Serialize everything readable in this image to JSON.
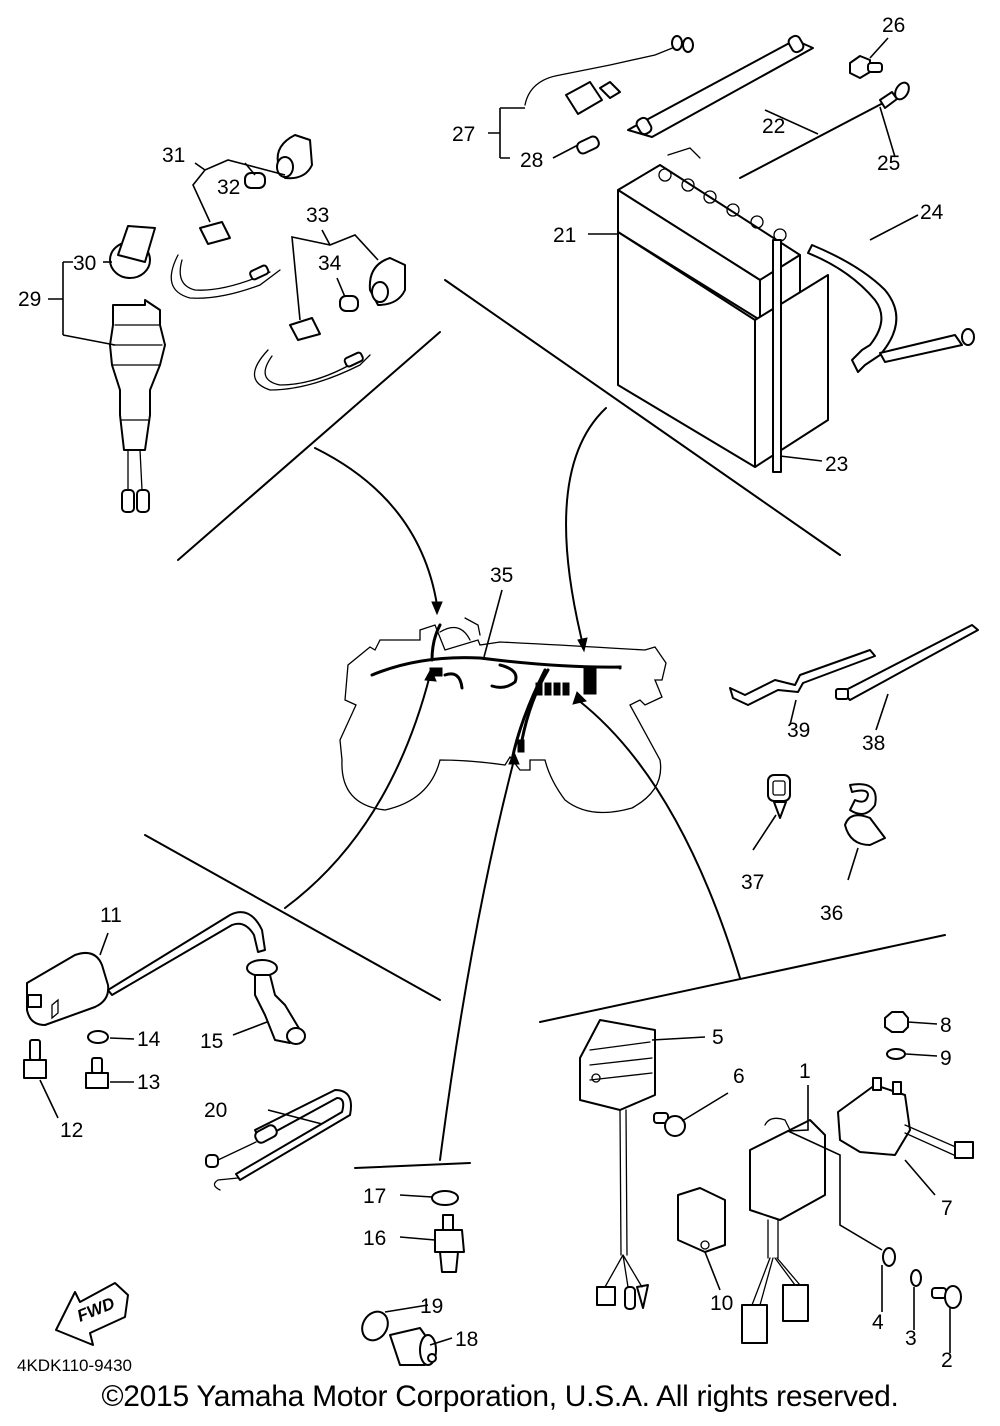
{
  "title": "Yamaha Electrical Parts Diagram",
  "diagram_code": "4KDK110-9430",
  "fwd_label": "FWD",
  "copyright": "©2015 Yamaha Motor Corporation, U.S.A. All rights reserved.",
  "callouts": [
    {
      "id": "1"
    },
    {
      "id": "2"
    },
    {
      "id": "3"
    },
    {
      "id": "4"
    },
    {
      "id": "5"
    },
    {
      "id": "6"
    },
    {
      "id": "7"
    },
    {
      "id": "8"
    },
    {
      "id": "9"
    },
    {
      "id": "10"
    },
    {
      "id": "11"
    },
    {
      "id": "12"
    },
    {
      "id": "13"
    },
    {
      "id": "14"
    },
    {
      "id": "15"
    },
    {
      "id": "16"
    },
    {
      "id": "17"
    },
    {
      "id": "18"
    },
    {
      "id": "19"
    },
    {
      "id": "20"
    },
    {
      "id": "21"
    },
    {
      "id": "22"
    },
    {
      "id": "23"
    },
    {
      "id": "24"
    },
    {
      "id": "25"
    },
    {
      "id": "26"
    },
    {
      "id": "27"
    },
    {
      "id": "28"
    },
    {
      "id": "29"
    },
    {
      "id": "30"
    },
    {
      "id": "31"
    },
    {
      "id": "32"
    },
    {
      "id": "33"
    },
    {
      "id": "34"
    },
    {
      "id": "35"
    },
    {
      "id": "36"
    },
    {
      "id": "37"
    },
    {
      "id": "38"
    },
    {
      "id": "39"
    }
  ],
  "groups": [
    {
      "name": "battery-group",
      "parts": [
        "21",
        "22",
        "23",
        "24",
        "25",
        "26",
        "27",
        "28"
      ]
    },
    {
      "name": "switch-group",
      "parts": [
        "29",
        "30",
        "31",
        "32",
        "33",
        "34"
      ]
    },
    {
      "name": "wire-harness",
      "parts": [
        "35"
      ]
    },
    {
      "name": "clamps-bands",
      "parts": [
        "36",
        "37",
        "38",
        "39"
      ]
    },
    {
      "name": "ignition-coil-group",
      "parts": [
        "11",
        "12",
        "13",
        "14",
        "15",
        "20"
      ]
    },
    {
      "name": "sensor-group",
      "parts": [
        "16",
        "17",
        "18",
        "19"
      ]
    },
    {
      "name": "electrical-units-group",
      "parts": [
        "1",
        "2",
        "3",
        "4",
        "5",
        "6",
        "7",
        "8",
        "9",
        "10"
      ]
    }
  ]
}
